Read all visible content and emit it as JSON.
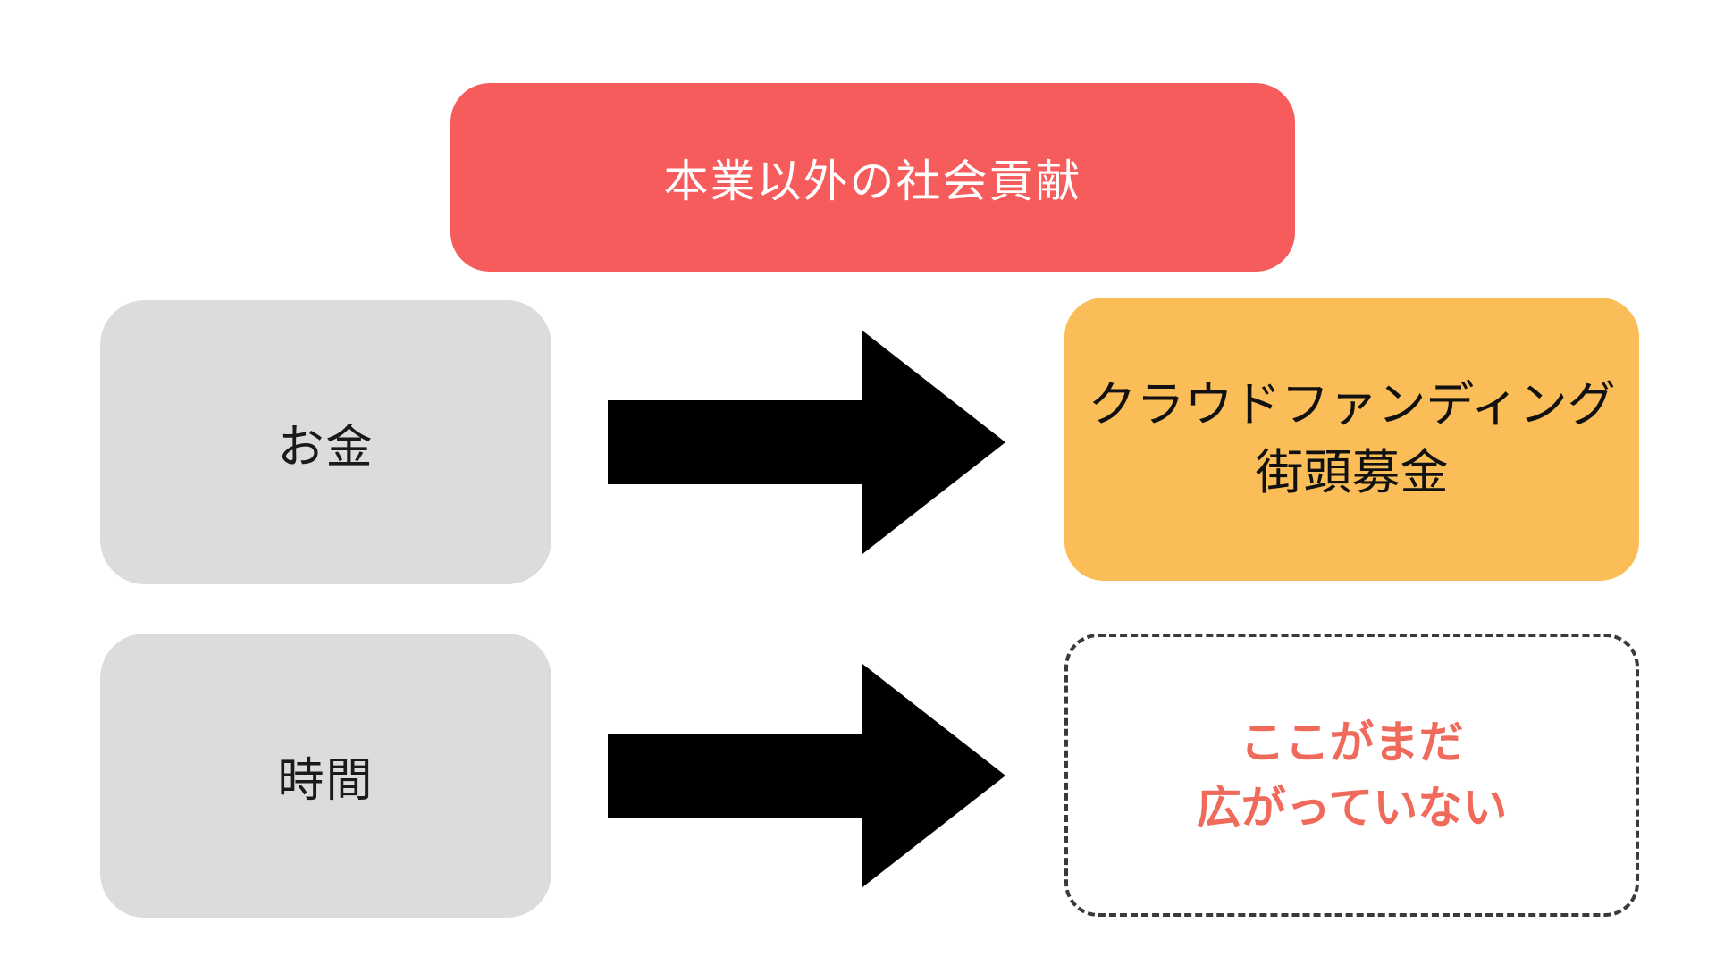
{
  "diagram": {
    "title": {
      "label": "本業以外の社会貢献"
    },
    "rows": [
      {
        "source": "お金",
        "target_line1": "クラウドファンディング",
        "target_line2": "街頭募金",
        "target_style": "solid-orange"
      },
      {
        "source": "時間",
        "target_line1": "ここがまだ",
        "target_line2": "広がっていない",
        "target_style": "dashed-outline"
      }
    ],
    "colors": {
      "title_bg": "#f75c5c",
      "title_text": "#ffffff",
      "source_bg": "#dcdcdc",
      "source_text": "#1a1a1a",
      "target_solid_bg": "#fabd57",
      "target_solid_text": "#111111",
      "target_dashed_border": "#3a3a3a",
      "target_dashed_text": "#ef6a5a",
      "arrow": "#000000"
    }
  }
}
